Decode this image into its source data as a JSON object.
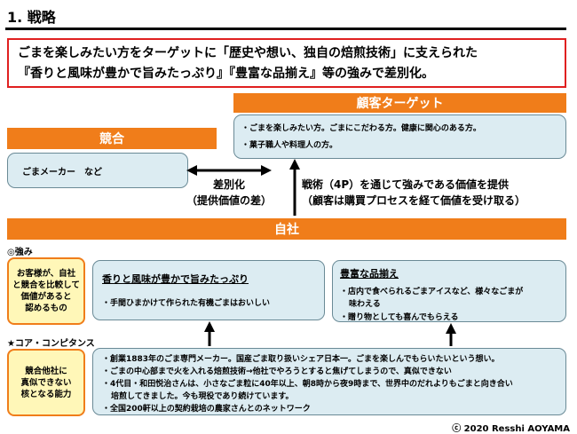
{
  "header": {
    "title": "1. 戦略"
  },
  "statement": {
    "line1": "ごまを楽しみたい方をターゲットに「歴史や想い、独自の焙煎技術」に支えられた",
    "line2": "『香りと風味が豊かで旨みたっぷり』『豊富な品揃え』等の強みで差別化。"
  },
  "target": {
    "banner": "顧客ターゲット",
    "items": [
      "・ごまを楽しみたい方。ごまにこだわる方。健康に関心のある方。",
      "・菓子職人や料理人の方。"
    ]
  },
  "competition": {
    "banner": "競合",
    "item": "ごまメーカー　など"
  },
  "differentiation": {
    "line1": "差別化",
    "line2": "（提供価値の差）"
  },
  "value_offer": {
    "line1": "戦術（4P）を通じて強みである価値を提供",
    "line2": "（顧客は購買プロセスを経て価値を受け取る）"
  },
  "self": {
    "banner": "自社"
  },
  "strengths": {
    "label": "◎強み",
    "note": [
      "お客様が、自社",
      "と競合を比較して",
      "価値があると",
      "認めるもの"
    ],
    "aroma": {
      "title": "香りと風味が豊かで旨みたっぷり",
      "item": "・手間ひまかけて作られた有機ごまはおいしい"
    },
    "variety": {
      "title": "豊富な品揃え",
      "items": [
        "・店内で食べられるごまアイスなど、様々なごまが",
        "味わえる",
        "・贈り物としても喜んでもらえる"
      ]
    }
  },
  "core_competence": {
    "label": "★コア・コンピタンス",
    "note": [
      "競合他社に",
      "真似できない",
      "核となる能力"
    ],
    "items": [
      "・創業1883年のごま専門メーカー。国産ごま取り扱いシェア日本一。ごまを楽しんでもらいたいという想い。",
      "・ごまの中心部まで火を入れる焙煎技術→他社でやろうとすると焦げてしまうので、真似できない",
      "・4代目・和田悦治さんは、小さなごま粒に40年以上、朝8時から夜9時まで、世界中のだれよりもごまと向き合い",
      "培煎してきました。今も現役であり続けています。",
      "・全国200軒以上の契約栽培の農家さんとのネットワーク"
    ]
  },
  "footer": {
    "copyright": "ⓒ 2020 Resshi AOYAMA"
  },
  "colors": {
    "orange": "#f07d1a",
    "red_border": "#e02020",
    "light_blue": "#dcecf2",
    "light_yellow": "#fff7b8"
  }
}
